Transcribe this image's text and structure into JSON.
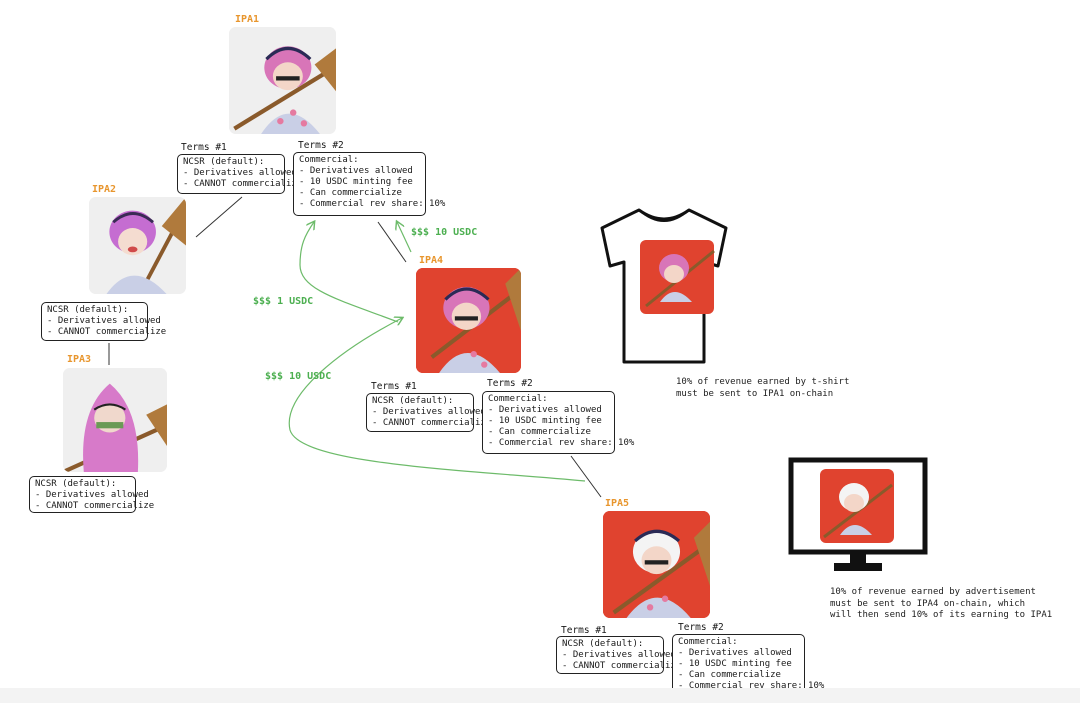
{
  "ipa1": {
    "label": "IPA1",
    "terms": [
      {
        "title": "Terms #1",
        "lines": [
          "NCSR (default):",
          "- Derivatives allowed",
          "- CANNOT commercialize"
        ]
      },
      {
        "title": "Terms #2",
        "lines": [
          "Commercial:",
          "- Derivatives allowed",
          "- 10 USDC minting fee",
          "- Can commercialize",
          "- Commercial rev share: 10%"
        ]
      }
    ]
  },
  "ipa2": {
    "label": "IPA2",
    "terms": [
      {
        "lines": [
          "NCSR (default):",
          "- Derivatives allowed",
          "- CANNOT commercialize"
        ]
      }
    ]
  },
  "ipa3": {
    "label": "IPA3",
    "terms": [
      {
        "lines": [
          "NCSR (default):",
          "- Derivatives allowed",
          "- CANNOT commercialize"
        ]
      }
    ]
  },
  "ipa4": {
    "label": "IPA4",
    "terms": [
      {
        "title": "Terms #1",
        "lines": [
          "NCSR (default):",
          "- Derivatives allowed",
          "- CANNOT commercialize"
        ]
      },
      {
        "title": "Terms #2",
        "lines": [
          "Commercial:",
          "- Derivatives allowed",
          "- 10 USDC minting fee",
          "- Can commercialize",
          "- Commercial rev share: 10%"
        ]
      }
    ]
  },
  "ipa5": {
    "label": "IPA5",
    "terms": [
      {
        "title": "Terms #1",
        "lines": [
          "NCSR (default):",
          "- Derivatives allowed",
          "- CANNOT commercialize"
        ]
      },
      {
        "title": "Terms #2",
        "lines": [
          "Commercial:",
          "- Derivatives allowed",
          "- 10 USDC minting fee",
          "- Can commercialize",
          "- Commercial rev share: 10%"
        ]
      }
    ]
  },
  "payments": {
    "ipa4_to_ipa1": "$$$ 10 USDC",
    "ipa2_to_ipa1": "$$$ 1 USDC",
    "ipa5_to_ipa4": "$$$ 10 USDC"
  },
  "notes": {
    "tshirt": [
      "10% of revenue earned by t-shirt",
      "must be sent to IPA1 on-chain"
    ],
    "advertisement": [
      "10% of revenue earned by advertisement",
      "must be sent to IPA4 on-chain, which",
      "will then send 10% of its earning to IPA1"
    ]
  },
  "colors": {
    "accent_label": "#e8962e",
    "payment_green": "#4caf50",
    "artwork_red": "#e0432f"
  }
}
